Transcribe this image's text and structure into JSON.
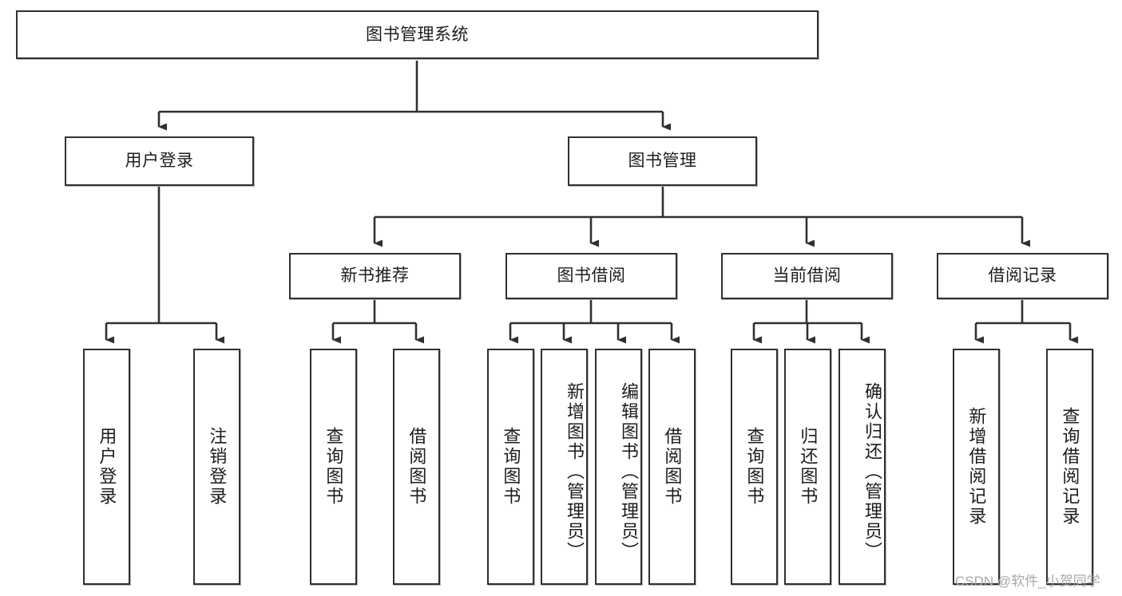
{
  "diagram": {
    "type": "tree",
    "title": "图书管理系统",
    "watermark": "CSDN @软件_小贺同学",
    "colors": {
      "box_border": "#30302f",
      "box_fill": "#ffffff",
      "edge": "#30302f",
      "text": "#1c1c1c",
      "watermark": "#a9a9a9"
    },
    "nodes": {
      "root": {
        "label": "图书管理系统"
      },
      "level2": [
        {
          "id": "user-login",
          "label": "用户登录"
        },
        {
          "id": "book-management",
          "label": "图书管理"
        }
      ],
      "level3": [
        {
          "id": "new-book-recommend",
          "label": "新书推荐"
        },
        {
          "id": "book-borrow",
          "label": "图书借阅"
        },
        {
          "id": "current-borrow",
          "label": "当前借阅"
        },
        {
          "id": "borrow-record",
          "label": "借阅记录"
        }
      ],
      "leaves": {
        "user_login": [
          {
            "id": "leaf-user-login",
            "label": "用户登录"
          },
          {
            "id": "leaf-logout",
            "label": "注销登录"
          }
        ],
        "new_book_recommend": [
          {
            "id": "leaf-query-book-1",
            "label": "查询图书"
          },
          {
            "id": "leaf-borrow-book-1",
            "label": "借阅图书"
          }
        ],
        "book_borrow": [
          {
            "id": "leaf-query-book-2",
            "label": "查询图书"
          },
          {
            "id": "leaf-add-book",
            "label": "新增图书（管理员）"
          },
          {
            "id": "leaf-edit-book",
            "label": "编辑图书（管理员）"
          },
          {
            "id": "leaf-borrow-book-2",
            "label": "借阅图书"
          }
        ],
        "current_borrow": [
          {
            "id": "leaf-query-book-3",
            "label": "查询图书"
          },
          {
            "id": "leaf-return-book",
            "label": "归还图书"
          },
          {
            "id": "leaf-confirm-return",
            "label": "确认归还（管理员）"
          }
        ],
        "borrow_record": [
          {
            "id": "leaf-add-record",
            "label": "新增借阅记录"
          },
          {
            "id": "leaf-query-record",
            "label": "查询借阅记录"
          }
        ]
      }
    }
  }
}
